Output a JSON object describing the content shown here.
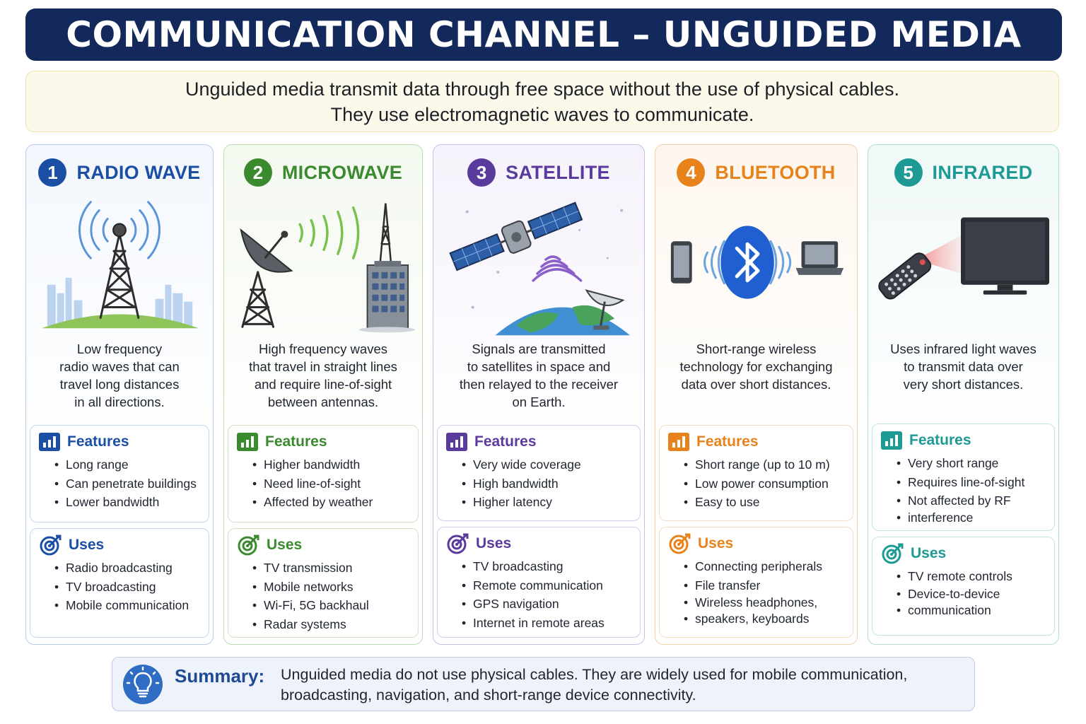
{
  "title": "COMMUNICATION CHANNEL – UNGUIDED MEDIA",
  "intro": {
    "line1": "Unguided media transmit data through free space without the use of physical cables.",
    "line2": "They use electromagnetic waves to communicate."
  },
  "labels": {
    "features": "Features",
    "uses": "Uses"
  },
  "colors": {
    "radio": "#1a4fa3",
    "microwave": "#3b8a2f",
    "satellite": "#5b3a9e",
    "bluetooth": "#e8821a",
    "infrared": "#1e9a94",
    "title_bg": "#13295b"
  },
  "cards": [
    {
      "num": "1",
      "title": "RADIO WAVE",
      "desc": [
        "Low frequency",
        "radio waves that can",
        "travel long distances",
        "in all directions."
      ],
      "features": [
        "Long range",
        "Can penetrate buildings",
        "Lower bandwidth"
      ],
      "uses": [
        "Radio broadcasting",
        "TV broadcasting",
        "Mobile communication"
      ]
    },
    {
      "num": "2",
      "title": "MICROWAVE",
      "desc": [
        "High frequency waves",
        "that travel in straight lines",
        "and require line-of-sight",
        "between antennas."
      ],
      "features": [
        "Higher bandwidth",
        "Need line-of-sight",
        "Affected by weather"
      ],
      "uses": [
        "TV transmission",
        "Mobile networks",
        "Wi-Fi, 5G backhaul",
        "Radar systems"
      ]
    },
    {
      "num": "3",
      "title": "SATELLITE",
      "desc": [
        "Signals are transmitted",
        "to satellites in space and",
        "then relayed to the receiver",
        "on Earth."
      ],
      "features": [
        "Very wide coverage",
        "High bandwidth",
        "Higher latency"
      ],
      "uses": [
        "TV broadcasting",
        "Remote communication",
        "GPS navigation",
        "Internet in remote areas"
      ]
    },
    {
      "num": "4",
      "title": "BLUETOOTH",
      "desc": [
        "Short-range wireless",
        "technology for exchanging",
        "data over short distances."
      ],
      "features": [
        "Short range (up to 10 m)",
        "Low power consumption",
        "Easy to use"
      ],
      "uses": [
        "Connecting peripherals",
        "File transfer",
        "Wireless headphones,",
        "speakers, keyboards"
      ]
    },
    {
      "num": "5",
      "title": "INFRARED",
      "desc": [
        "Uses infrared light waves",
        "to transmit data over",
        "very short distances."
      ],
      "features": [
        "Very short range",
        "Requires line-of-sight",
        "Not affected by RF",
        "interference"
      ],
      "uses": [
        "TV remote controls",
        "Device-to-device",
        "communication"
      ]
    }
  ],
  "summary": {
    "label": "Summary:",
    "line1": "Unguided media do not use physical cables. They are widely used for mobile communication,",
    "line2": "broadcasting, navigation, and short-range device connectivity."
  }
}
